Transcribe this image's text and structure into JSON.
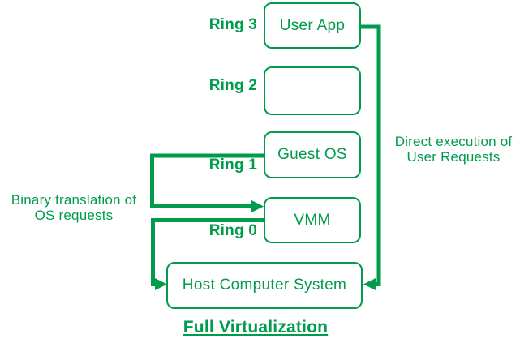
{
  "diagram": {
    "title": "Full Virtualization",
    "colors": {
      "accent_green": "#009C4B",
      "background": "#FFFFFF"
    },
    "rings": [
      {
        "label": "Ring 3",
        "box_label": "User App"
      },
      {
        "label": "Ring 2",
        "box_label": ""
      },
      {
        "label": "Ring 1",
        "box_label": "Guest OS"
      },
      {
        "label": "Ring 0",
        "box_label": "VMM"
      }
    ],
    "host_box_label": "Host Computer System",
    "annotations": {
      "binary_translation": {
        "line1": "Binary translation of",
        "line2": "OS requests"
      },
      "direct_execution": {
        "line1": "Direct execution of",
        "line2": "User Requests"
      }
    }
  }
}
